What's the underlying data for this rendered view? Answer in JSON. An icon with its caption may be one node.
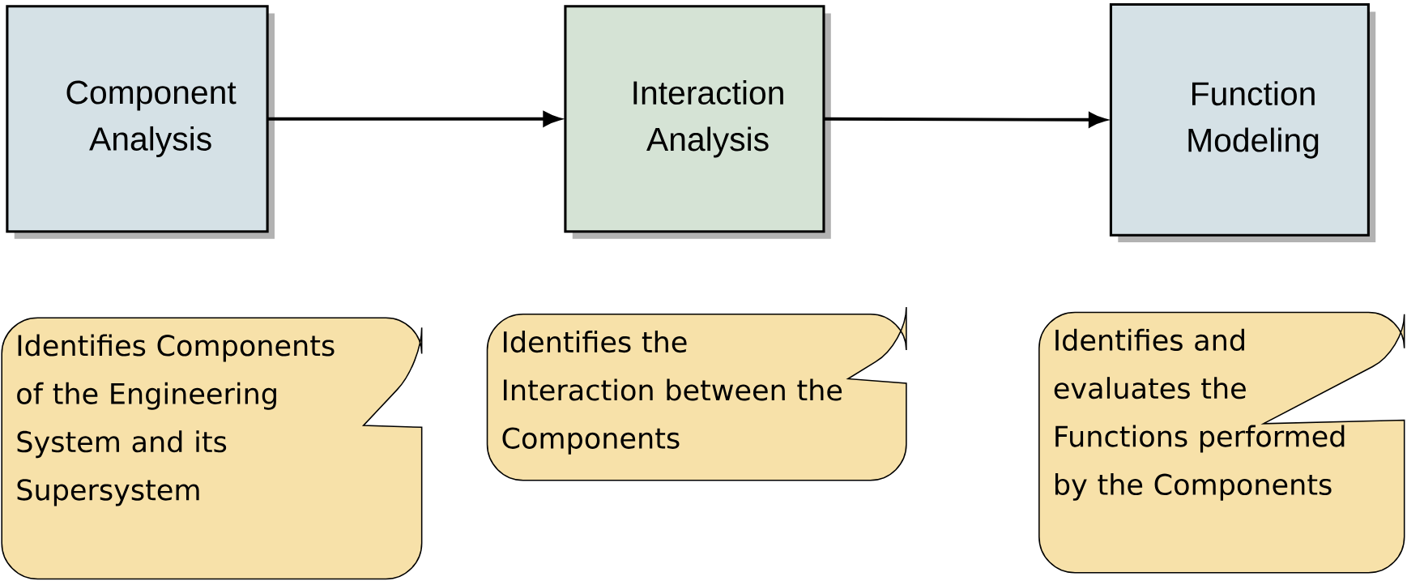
{
  "diagram": {
    "nodes": [
      {
        "text": [
          "Component Analysis"
        ]
      },
      {
        "text": [
          "Interaction Analysis"
        ]
      },
      {
        "text": [
          "Function Modeling"
        ]
      },
      {
        "text": [
          "Identifies Components of the Engineering System and its Supersystem"
        ]
      },
      {
        "text": [
          "Identifies the Interaction between the Components"
        ]
      },
      {
        "text": [
          "Identifies and evaluates the Functions performed by the Components"
        ]
      }
    ],
    "edges": [
      {
        "from": 0,
        "to": 1,
        "arrow": "to"
      },
      {
        "from": 1,
        "to": 2,
        "arrow": "to"
      }
    ]
  }
}
